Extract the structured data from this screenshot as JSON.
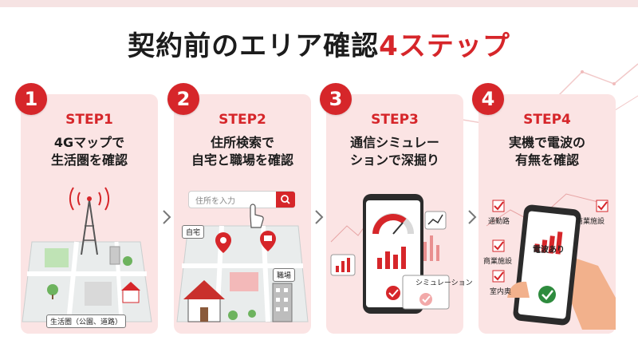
{
  "title": {
    "main": "契約前のエリア確認",
    "accent": "4ステップ"
  },
  "colors": {
    "accent": "#d6262a",
    "card": "#fbe4e4",
    "text": "#1c1c1c"
  },
  "steps": [
    {
      "number": "1",
      "label": "STEP1",
      "line1": "4Gマップで",
      "line2": "生活圏を確認",
      "caption": "生活圏（公園、道路）",
      "icons": [
        "signal-tower-icon",
        "map-icon",
        "tree-icon",
        "house-icon"
      ]
    },
    {
      "number": "2",
      "label": "STEP2",
      "line1": "住所検索で",
      "line2": "自宅と職場を確認",
      "search_placeholder": "住所を入力",
      "pin_home": "自宅",
      "pin_work": "職場",
      "icons": [
        "search-icon",
        "hand-pointer-icon",
        "map-pin-icon",
        "briefcase-icon",
        "house-icon",
        "building-icon"
      ]
    },
    {
      "number": "3",
      "label": "STEP3",
      "line1": "通信シミュレー",
      "line2": "ションで深掘り",
      "popup": "シミュレーション",
      "icons": [
        "smartphone-icon",
        "gauge-icon",
        "bar-chart-icon",
        "check-icon"
      ]
    },
    {
      "number": "4",
      "label": "STEP4",
      "line1": "実機で電波の",
      "line2": "有無を確認",
      "phone_text": "電波あり",
      "checks": [
        "通勤路",
        "商業施設",
        "商業施設",
        "室内奥"
      ],
      "icons": [
        "hand-holding-phone-icon",
        "signal-bars-icon",
        "check-circle-icon"
      ]
    }
  ]
}
